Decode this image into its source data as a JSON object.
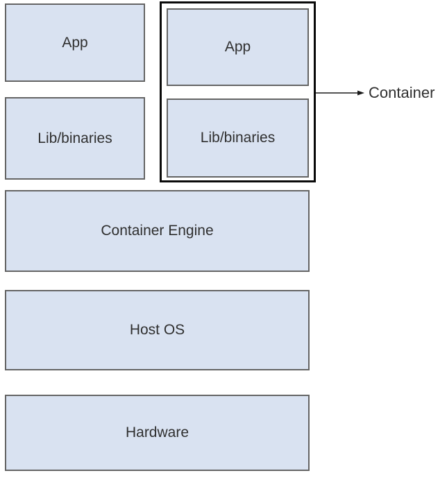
{
  "boxes": {
    "left_app": {
      "label": "App"
    },
    "left_lib": {
      "label": "Lib/binaries"
    },
    "container_app": {
      "label": "App"
    },
    "container_lib": {
      "label": "Lib/binaries"
    },
    "container_engine": {
      "label": "Container Engine"
    },
    "host_os": {
      "label": "Host OS"
    },
    "hardware": {
      "label": "Hardware"
    }
  },
  "callout": {
    "label": "Container"
  },
  "colors": {
    "box_fill": "#d9e2f1",
    "box_border": "#646464",
    "container_outline": "#0a0a0a",
    "text": "#2f2f2f",
    "arrow": "#1a1a1a",
    "background": "#ffffff"
  }
}
